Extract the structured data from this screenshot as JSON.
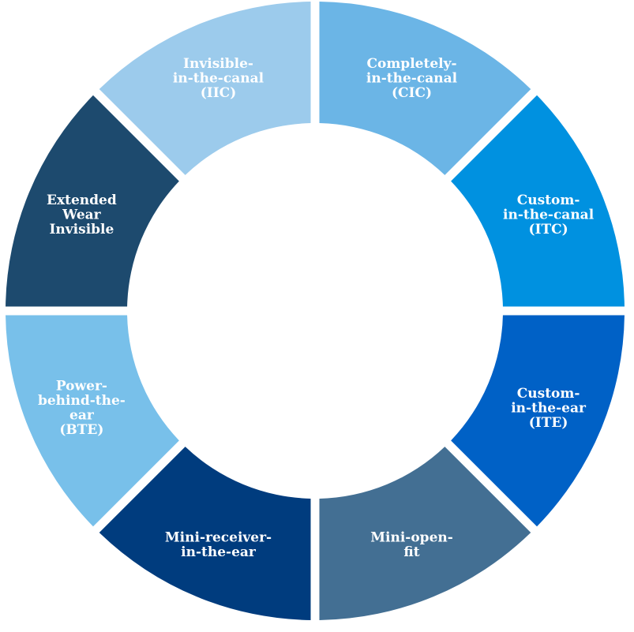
{
  "segments": [
    {
      "id": "cic",
      "lines": [
        "Completely-",
        "in-the-canal",
        "(CIC)"
      ],
      "color": "#6bb5e6"
    },
    {
      "id": "itc",
      "lines": [
        "Custom-",
        "in-the-canal",
        "(ITC)"
      ],
      "color": "#0091e0"
    },
    {
      "id": "ite",
      "lines": [
        "Custom-",
        "in-the-ear",
        "(ITE)"
      ],
      "color": "#0061c6"
    },
    {
      "id": "mini-open-fit",
      "lines": [
        "Mini-open-",
        "fit"
      ],
      "color": "#436f93"
    },
    {
      "id": "mini-receiver",
      "lines": [
        "Mini-receiver-",
        "in-the-ear"
      ],
      "color": "#003c7e"
    },
    {
      "id": "power-bte",
      "lines": [
        "Power-",
        "behind-the-",
        "ear",
        "(BTE)"
      ],
      "color": "#78c0ea"
    },
    {
      "id": "extended-wear",
      "lines": [
        "Extended",
        "Wear",
        "Invisible"
      ],
      "color": "#1d4a6e"
    },
    {
      "id": "iic",
      "lines": [
        "Invisible-",
        "in-the-canal",
        "(IIC)"
      ],
      "color": "#9ccbec"
    }
  ]
}
